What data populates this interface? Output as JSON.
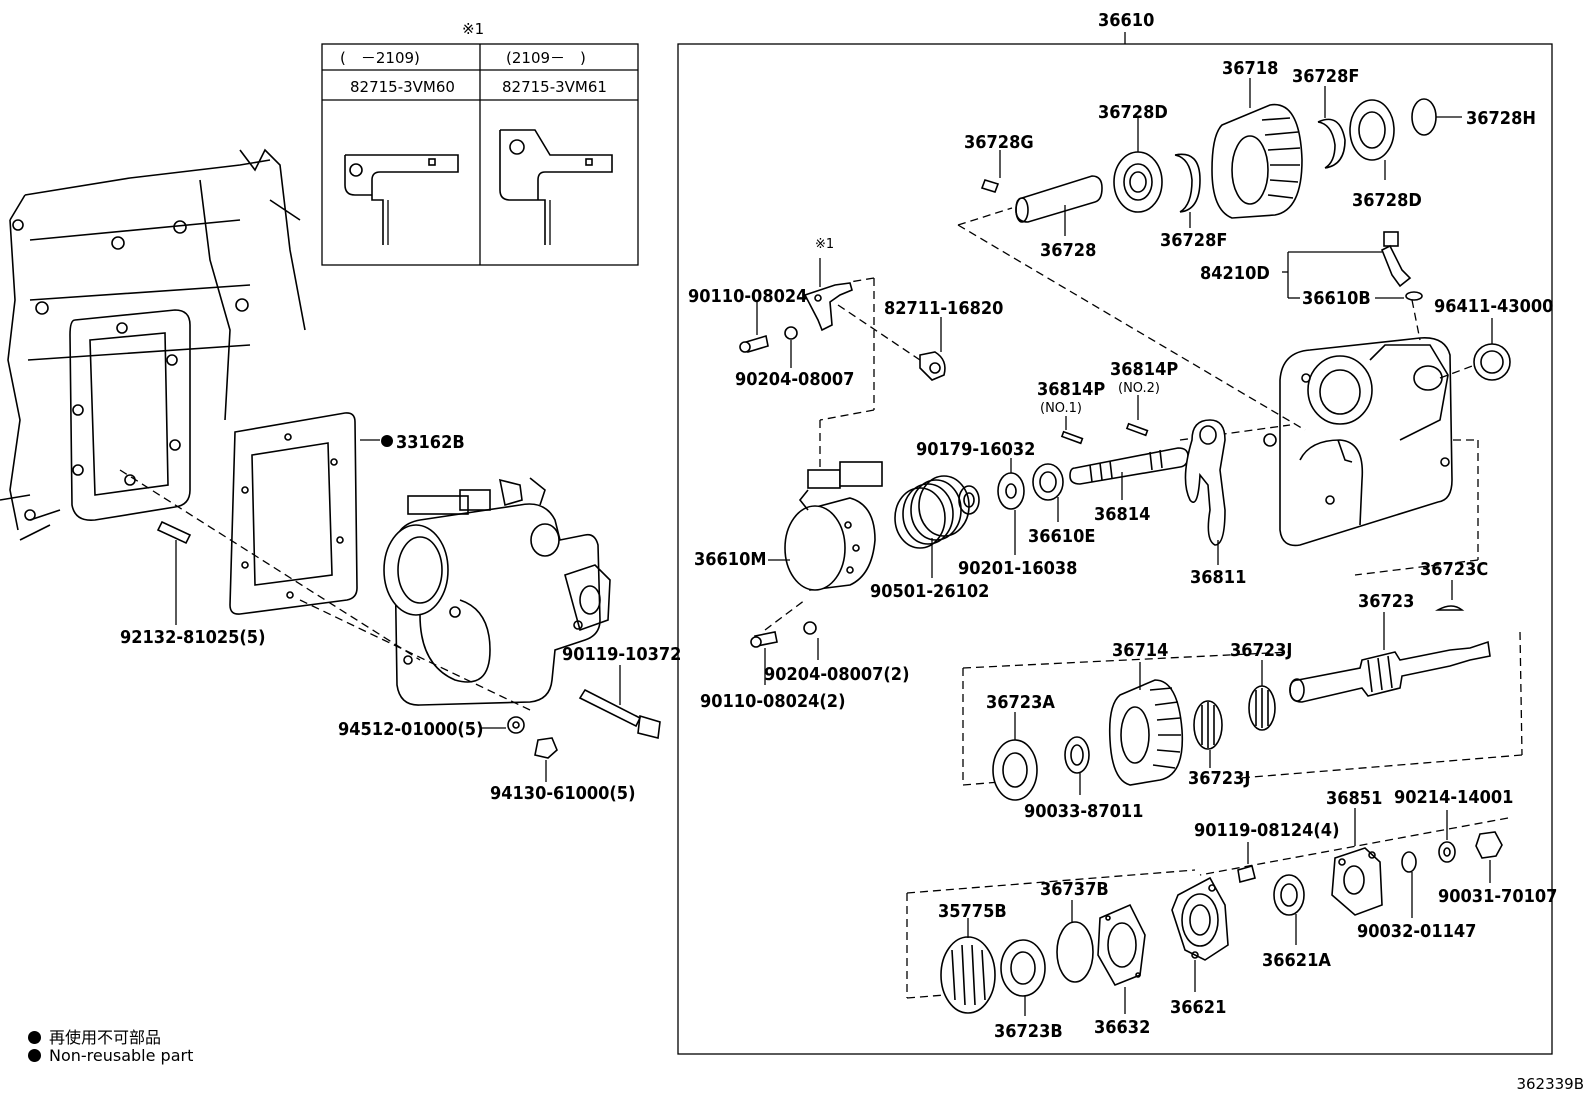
{
  "inset_table": {
    "marker": "※1",
    "col1_range": "(　－2109)",
    "col2_range": "(2109－　)",
    "col1_part": "82715-3VM60",
    "col2_part": "82715-3VM61"
  },
  "assembly_label": "36610",
  "parts": {
    "p36718": "36718",
    "p36728F_top": "36728F",
    "p36728D_left": "36728D",
    "p36728H": "36728H",
    "p36728G": "36728G",
    "p36728D_right": "36728D",
    "p36728": "36728",
    "p36728F_bottom": "36728F",
    "p84210D": "84210D",
    "p36610B": "36610B",
    "p96411": "96411-43000",
    "p90110_top": "90110-08024",
    "marker_x1": "※1",
    "p82711": "82711-16820",
    "p90204_top": "90204-08007",
    "p36814P_no2": "36814P",
    "no2": "(NO.2)",
    "p36814P_no1": "36814P",
    "no1": "(NO.1)",
    "p90179": "90179-16032",
    "p36814": "36814",
    "p36610E": "36610E",
    "p36811": "36811",
    "p36610M": "36610M",
    "p90201": "90201-16038",
    "p90501": "90501-26102",
    "p36723C": "36723C",
    "p36723": "36723",
    "p36714": "36714",
    "p36723J_top": "36723J",
    "p36723A": "36723A",
    "p36723J_bottom": "36723J",
    "p90204_bottom": "90204-08007(2)",
    "p90110_bottom": "90110-08024(2)",
    "p90033": "90033-87011",
    "p33162B": "33162B",
    "p92132": "92132-81025(5)",
    "p90119_10372": "90119-10372",
    "p94512": "94512-01000(5)",
    "p94130": "94130-61000(5)",
    "p36851": "36851",
    "p90214": "90214-14001",
    "p90119_08124": "90119-08124(4)",
    "p35775B": "35775B",
    "p36737B": "36737B",
    "p90031": "90031-70107",
    "p90032": "90032-01147",
    "p36621A": "36621A",
    "p36621": "36621",
    "p36632": "36632",
    "p36723B": "36723B"
  },
  "legend": {
    "line_jp": "再使用不可部品",
    "line_en": "Non-reusable part"
  },
  "image_code": "362339B"
}
